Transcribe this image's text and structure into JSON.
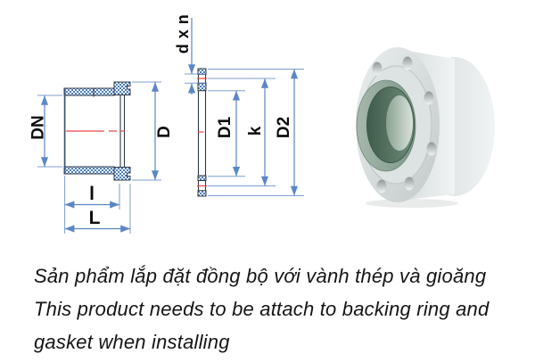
{
  "figure": {
    "type": "technical-drawing-with-photo",
    "left_view": {
      "name": "stub-end-section-view",
      "labels": {
        "inner_diameter": "DN",
        "outer_diameter": "D",
        "insertion_length": "l",
        "total_length": "L"
      }
    },
    "ring_view": {
      "name": "backing-ring-section-view",
      "labels": {
        "bolt_holes": "d x n",
        "inner_diameter": "D1",
        "bolt_circle": "k",
        "outer_diameter": "D2"
      }
    },
    "photo": {
      "name": "flange-adapter-with-backing-ring-photo"
    }
  },
  "caption": {
    "line1": "Sản phẩm lắp đặt đồng bộ với vành thép và gioăng",
    "line2": "This product needs to be attach to backing ring and",
    "line3": "gasket when installing"
  },
  "colors": {
    "dim-blue": "#5b87c5",
    "line-dark": "#2e3947",
    "hatch-blue": "#4d80c0",
    "center-red": "#ee4444",
    "text-dark": "#151515",
    "metal-light": "#e9eded",
    "metal-mid": "#c9cfcf",
    "green-outer": "#8fa796",
    "green-bore": "#49654f",
    "bg": "#ffffff"
  }
}
